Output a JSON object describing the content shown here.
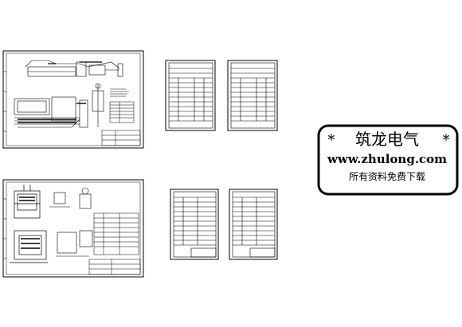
{
  "watermark": {
    "title": "筑龙电气",
    "url": "www.zhulong.com",
    "subtitle": "所有资料免费下载",
    "star": "*"
  },
  "colors": {
    "background": "#ffffff",
    "ink": "#000000"
  }
}
